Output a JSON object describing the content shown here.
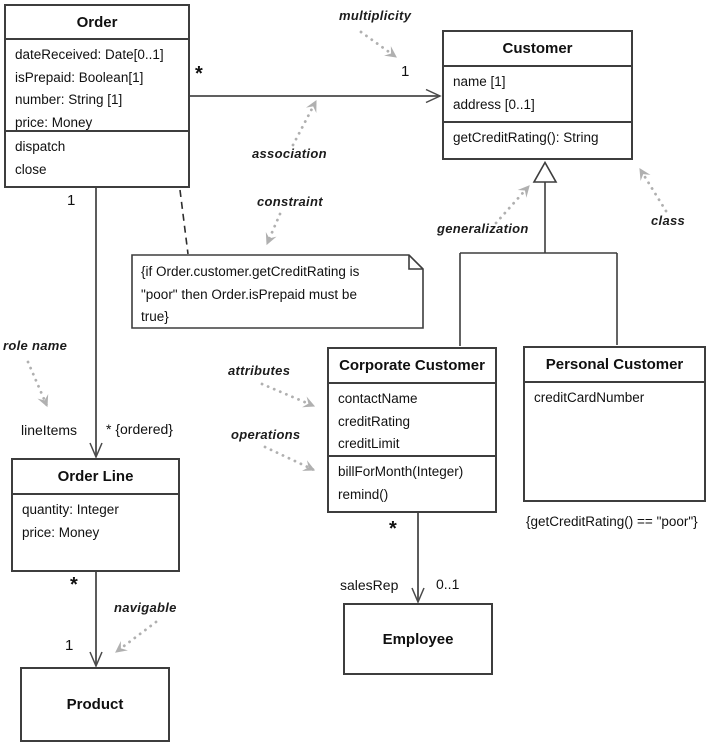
{
  "classes": {
    "order": {
      "title": "Order",
      "attributes": [
        "dateReceived: Date[0..1]",
        "isPrepaid: Boolean[1]",
        "number: String [1]",
        "price: Money"
      ],
      "operations": [
        "dispatch",
        "close"
      ]
    },
    "customer": {
      "title": "Customer",
      "attributes": [
        "name [1]",
        "address [0..1]"
      ],
      "operations": [
        "getCreditRating(): String"
      ]
    },
    "corporate_customer": {
      "title": "Corporate Customer",
      "attributes": [
        "contactName",
        "creditRating",
        "creditLimit"
      ],
      "operations": [
        "billForMonth(Integer)",
        "remind()"
      ]
    },
    "personal_customer": {
      "title": "Personal Customer",
      "attributes": [
        "creditCardNumber"
      ]
    },
    "order_line": {
      "title": "Order Line",
      "attributes": [
        "quantity: Integer",
        "price: Money"
      ]
    },
    "product": {
      "title": "Product"
    },
    "employee": {
      "title": "Employee"
    }
  },
  "note": {
    "lines": [
      "{if Order.customer.getCreditRating is",
      "\"poor\" then Order.isPrepaid must be",
      "true}"
    ]
  },
  "annotations": {
    "multiplicity": "multiplicity",
    "association": "association",
    "constraint": "constraint",
    "generalization": "generalization",
    "class_label": "class",
    "role_name": "role name",
    "attributes": "attributes",
    "operations": "operations",
    "navigable": "navigable"
  },
  "edge_labels": {
    "order_customer_many": "*",
    "order_customer_one": "1",
    "order_lineitems_one": "1",
    "lineitems_role": "lineItems",
    "lineitems_many_ordered": "* {ordered}",
    "orderline_product_many": "*",
    "orderline_product_one": "1",
    "corporate_employee_many": "*",
    "salesrep_role": "salesRep",
    "corporate_employee_multiplicity": "0..1",
    "personal_customer_constraint": "{getCreditRating() == \"poor\"}"
  },
  "colors": {
    "box_border": "#3d3d3d",
    "connector": "#4a4a4a",
    "annotation_arrow": "#b0b0b0",
    "text": "#111111",
    "background": "#ffffff"
  }
}
